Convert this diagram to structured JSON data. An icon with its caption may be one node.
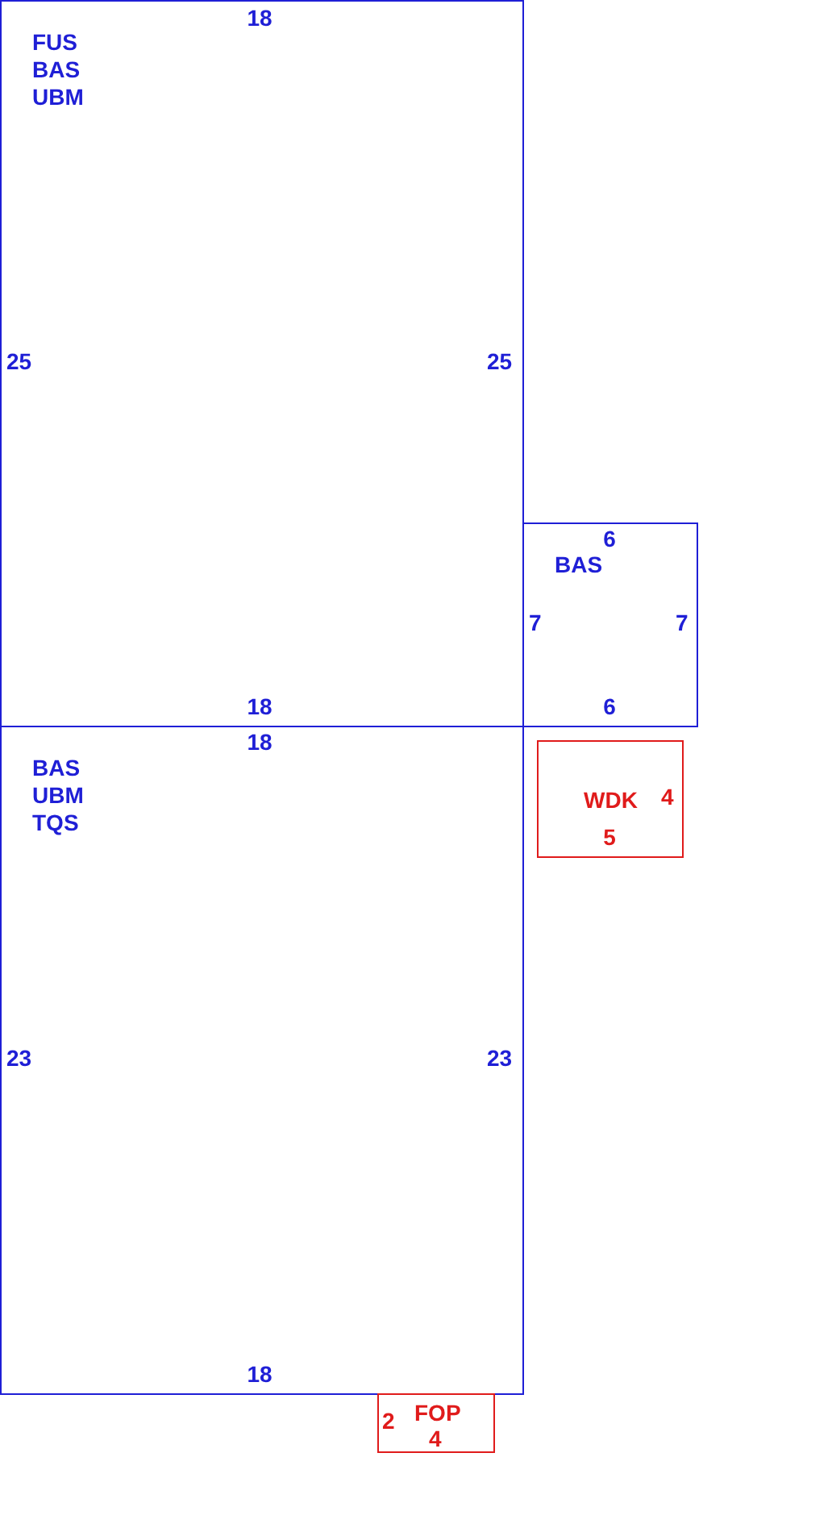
{
  "diagram": {
    "nodes": [
      {
        "text": [
          "FUS",
          "BAS",
          "UBM"
        ]
      },
      {
        "text": [
          "BAS"
        ]
      },
      {
        "text": [
          "BAS",
          "UBM",
          "TQS"
        ]
      },
      {
        "text": [
          "WDK"
        ]
      },
      {
        "text": [
          "FOP"
        ]
      }
    ],
    "labels": [
      "18",
      "25",
      "25",
      "6",
      "7",
      "7",
      "18",
      "6",
      "18",
      "4",
      "5",
      "23",
      "23",
      "18",
      "2",
      "4"
    ]
  }
}
